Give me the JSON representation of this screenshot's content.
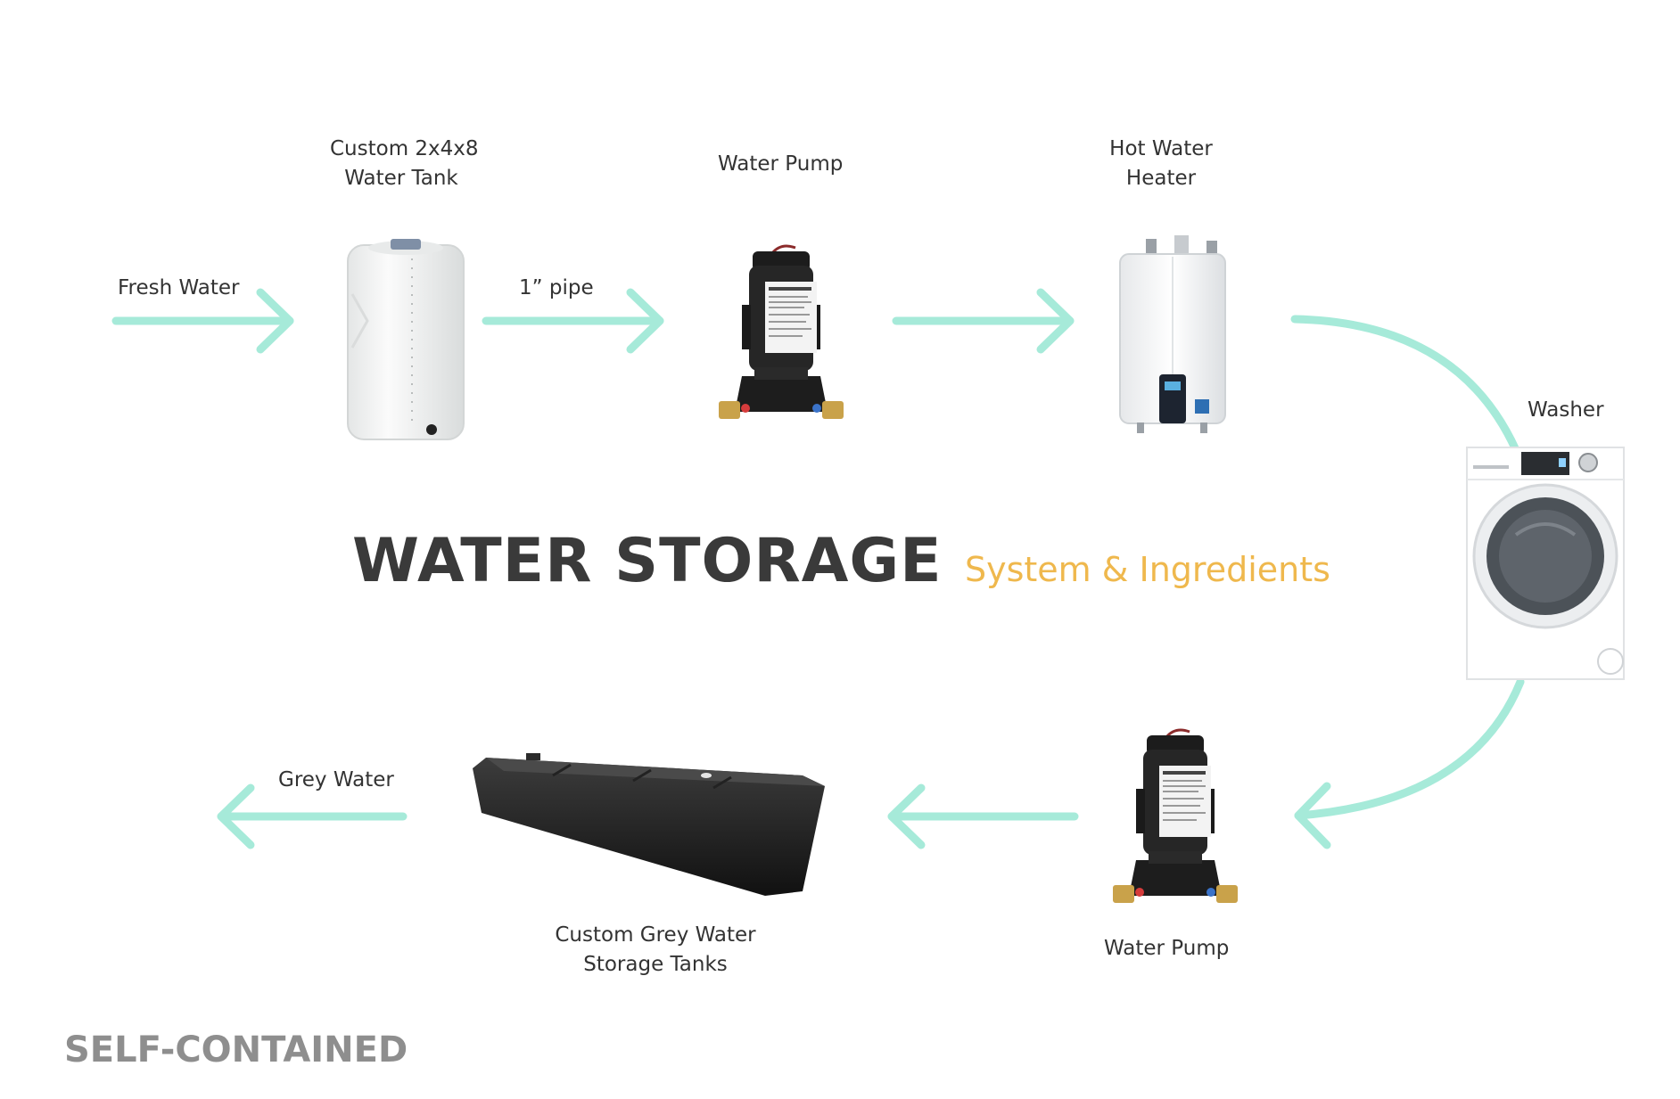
{
  "title": "WATER STORAGE",
  "subtitle": "System & Ingredients",
  "footer": "SELF-CONTAINED",
  "colors": {
    "arrow": "#a6ead9",
    "title": "#3a3a3a",
    "subtitle": "#efb84d",
    "footer": "#8e8e8e"
  },
  "nodes": {
    "water_tank": {
      "line1": "Custom 2x4x8",
      "line2": "Water Tank"
    },
    "pump_top": {
      "label": "Water Pump"
    },
    "heater": {
      "line1": "Hot Water",
      "line2": "Heater"
    },
    "washer": {
      "label": "Washer"
    },
    "pump_bottom": {
      "label": "Water Pump"
    },
    "grey_tanks": {
      "line1": "Custom Grey Water",
      "line2": "Storage Tanks"
    }
  },
  "edges": {
    "fresh_water": "Fresh Water",
    "pipe": "1” pipe",
    "grey_water": "Grey Water"
  }
}
